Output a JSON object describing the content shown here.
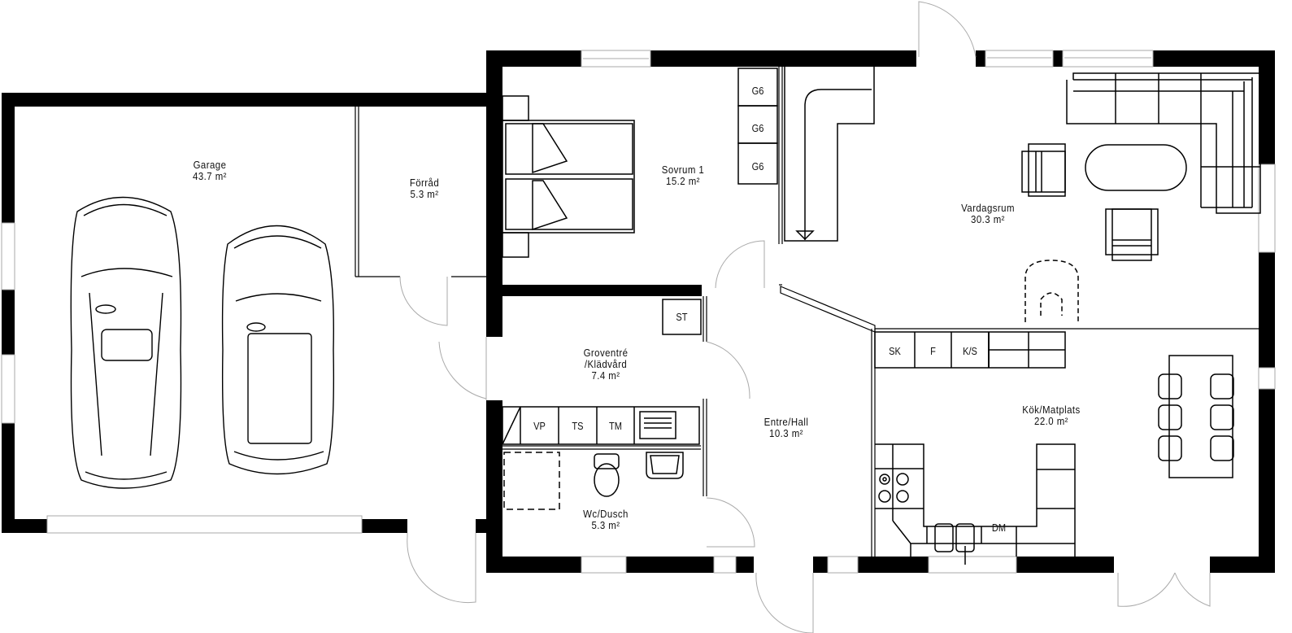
{
  "plan": {
    "type": "floor-plan",
    "colors": {
      "wall": "#000000",
      "line": "#000000",
      "opening": "#b0b0b0",
      "background": "#ffffff"
    },
    "area_unit": "m²",
    "rooms": [
      {
        "id": "garage",
        "name": "Garage",
        "area": "43.7 m²"
      },
      {
        "id": "forrad",
        "name": "Förråd",
        "area": "5.3 m²"
      },
      {
        "id": "sovrum1",
        "name": "Sovrum 1",
        "area": "15.2 m²"
      },
      {
        "id": "groventre",
        "name": "Groventré",
        "name2": "/Klädvård",
        "area": "7.4 m²"
      },
      {
        "id": "wc",
        "name": "Wc/Dusch",
        "area": "5.3 m²"
      },
      {
        "id": "entre",
        "name": "Entre/Hall",
        "area": "10.3 m²"
      },
      {
        "id": "vardagsrum",
        "name": "Vardagsrum",
        "area": "30.3 m²"
      },
      {
        "id": "kok",
        "name": "Kök/Matplats",
        "area": "22.0 m²"
      }
    ],
    "wardrobes": [
      "G6",
      "G6",
      "G6"
    ],
    "storage_label": "ST",
    "laundry_units": [
      "VP",
      "TS",
      "TM"
    ],
    "kitchen_units": [
      "SK",
      "F",
      "K/S"
    ],
    "dishwasher_label": "DM"
  }
}
